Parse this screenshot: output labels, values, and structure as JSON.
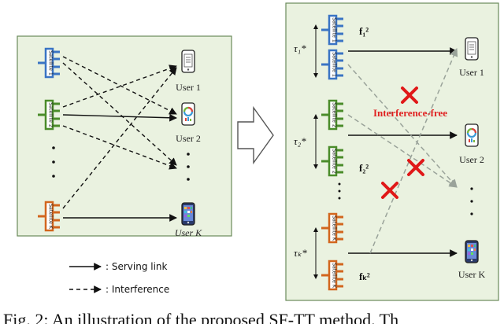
{
  "colors": {
    "panel_bg": "#eaf2e0",
    "panel_border": "#6a8a5a",
    "sat1": "#3a74c4",
    "sat2": "#4a8c2a",
    "satK": "#d2661e",
    "cross": "#e01818",
    "dashed_right": "#9aa39a"
  },
  "left_panel": {
    "satellite_labels": [
      "Satellite 1",
      "Satellite 2",
      "Satellite K"
    ],
    "user_labels": [
      "User 1",
      "User 2",
      "User K"
    ]
  },
  "right_panel": {
    "satellite_labels": [
      "Satellite 1",
      "Satellite 1",
      "Satellite 2",
      "Satellite 2",
      "Satellite K",
      "Satellite K"
    ],
    "user_labels": [
      "User 1",
      "User 2",
      "User K"
    ],
    "tau_labels": [
      "τ₁*",
      "τ₂*",
      "τₖ*"
    ],
    "f_labels": [
      "f₁²",
      "f₂²",
      "fₖ²"
    ],
    "interference_free": "Interference-free"
  },
  "legend": {
    "serving": ": Serving link",
    "interference": ": Interference"
  },
  "icons": [
    "phone-icon",
    "cross-icon",
    "arrow-right-icon",
    "antenna-array-icon"
  ],
  "caption": "Fig. 2:  An illustration of the proposed SF-TT method. Th"
}
